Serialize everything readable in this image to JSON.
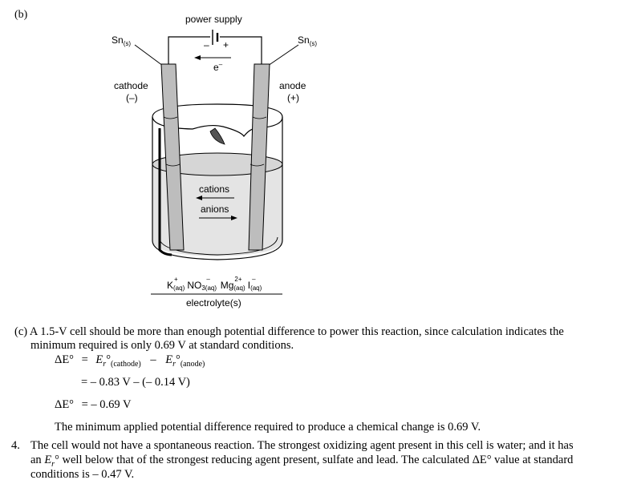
{
  "part_b": {
    "label": "(b)",
    "power_supply": "power supply",
    "minus": "–",
    "plus": "+",
    "electron": "e",
    "electron_sup": "–",
    "sn_left": "Sn",
    "sn_left_sub": "(s)",
    "sn_right": "Sn",
    "sn_right_sub": "(s)",
    "cathode": "cathode",
    "cathode_sign": "(–)",
    "anode": "anode",
    "anode_sign": "(+)",
    "cations": "cations",
    "anions": "anions",
    "electrolyte": {
      "k": "K",
      "k_sup": "+",
      "k_sub": "(aq)",
      "no3": "NO",
      "no3_sub": "3(aq)",
      "no3_sup": "–",
      "mg": "Mg",
      "mg_sup": "2+",
      "mg_sub": "(aq)",
      "i": "I",
      "i_sup": "–",
      "i_sub": "(aq)",
      "caption": "electrolyte(s)"
    }
  },
  "part_c": {
    "line1": "(c)  A 1.5-V cell should be more than enough potential difference to power this reaction, since calculation indicates the",
    "line2": "minimum required is only 0.69 V at standard conditions.",
    "eq1_lhs": "ΔE°",
    "eq1_eq": "=",
    "eq1_term1": "E",
    "eq1_term1_sub": "r",
    "eq1_term1_deg": "°",
    "eq1_term1_tag": "(cathode)",
    "eq1_minus": "–",
    "eq1_term2": "E",
    "eq1_term2_sub": "r",
    "eq1_term2_deg": "°",
    "eq1_term2_tag": "(anode)",
    "eq2": "=  – 0.83 V  –  (– 0.14 V)",
    "eq3_lhs": "ΔE°",
    "eq3_rhs": "=  – 0.69 V",
    "conclusion": "The minimum applied potential difference required to produce a chemical change is 0.69 V."
  },
  "item_4": {
    "number": "4.",
    "line1": "The cell would not have a spontaneous reaction. The strongest oxidizing agent present in this cell is water; and it has",
    "line2_pre": "an",
    "line2_e": "E",
    "line2_sub": "r",
    "line2_post": "° well below that of the strongest reducing agent present, sulfate and lead. The calculated ΔE° value at standard",
    "line3": "conditions is – 0.47 V."
  }
}
